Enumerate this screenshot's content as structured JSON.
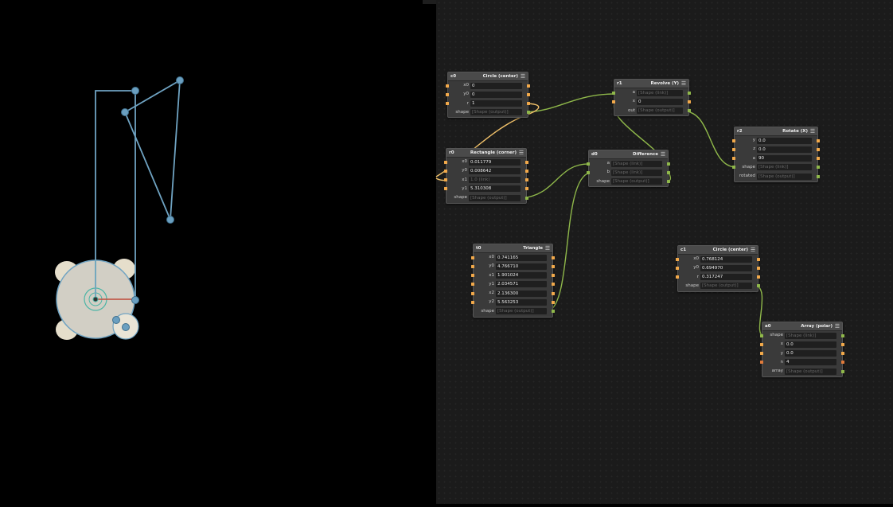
{
  "colors": {
    "number_port": "#f2a94a",
    "shape_port": "#8fb84a",
    "int_port": "#e07a3a",
    "shape_wire": "#8fb84a",
    "number_wire": "#f2c26a"
  },
  "nodes": {
    "c0": {
      "id": "c0",
      "type": "Circle (center)",
      "x0": "0",
      "y0": "0",
      "r": "1",
      "shape_label": "shape",
      "shape_output": "[Shape (output)]",
      "lx0": "x0",
      "ly0": "y0",
      "lr": "r"
    },
    "r1": {
      "id": "r1",
      "type": "Revolve (Y)",
      "a_label": "a",
      "a_value": "[Shape (link)]",
      "x_label": "x",
      "x_value": "0",
      "out_label": "out",
      "out_value": "[Shape (output)]"
    },
    "r0": {
      "id": "r0",
      "type": "Rectangle (corner)",
      "lx0": "x0",
      "x0": "0.011779",
      "ly0": "y0",
      "y0": "0.008642",
      "lx1": "x1",
      "x1": "1.0 (link)",
      "ly1": "y1",
      "y1": "5.310308",
      "shape_label": "shape",
      "shape_output": "[Shape (output)]"
    },
    "d0": {
      "id": "d0",
      "type": "Difference",
      "a_label": "a",
      "a_value": "[Shape (link)]",
      "b_label": "b",
      "b_value": "[Shape (link)]",
      "shape_label": "shape",
      "shape_output": "[Shape (output)]"
    },
    "r2": {
      "id": "r2",
      "type": "Rotate (X)",
      "ly": "y",
      "y": "0.0",
      "lz": "z",
      "z": "0.0",
      "la": "a",
      "a": "90",
      "shape_label": "shape",
      "shape_value": "[Shape (link)]",
      "rotated_label": "rotated",
      "rotated_value": "[Shape (output)]"
    },
    "t0": {
      "id": "t0",
      "type": "Triangle",
      "lx0": "x0",
      "x0": "0.741165",
      "ly0": "y0",
      "y0": "4.766710",
      "lx1": "x1",
      "x1": "1.901024",
      "ly1": "y1",
      "y1": "2.034571",
      "lx2": "x2",
      "x2": "2.136300",
      "ly2": "y2",
      "y2": "5.563253",
      "shape_label": "shape",
      "shape_output": "[Shape (output)]"
    },
    "c1": {
      "id": "c1",
      "type": "Circle (center)",
      "lx0": "x0",
      "x0": "0.768124",
      "ly0": "y0",
      "y0": "0.694970",
      "lr": "r",
      "r": "0.317247",
      "shape_label": "shape",
      "shape_output": "[Shape (output)]"
    },
    "a0": {
      "id": "a0",
      "type": "Array (polar)",
      "shape_label": "shape",
      "shape_value": "[Shape (link)]",
      "lx": "x",
      "x": "0.0",
      "ly": "y",
      "y": "0.0",
      "ln": "n",
      "n": "4",
      "array_label": "array",
      "array_value": "[Shape (output)]"
    }
  }
}
